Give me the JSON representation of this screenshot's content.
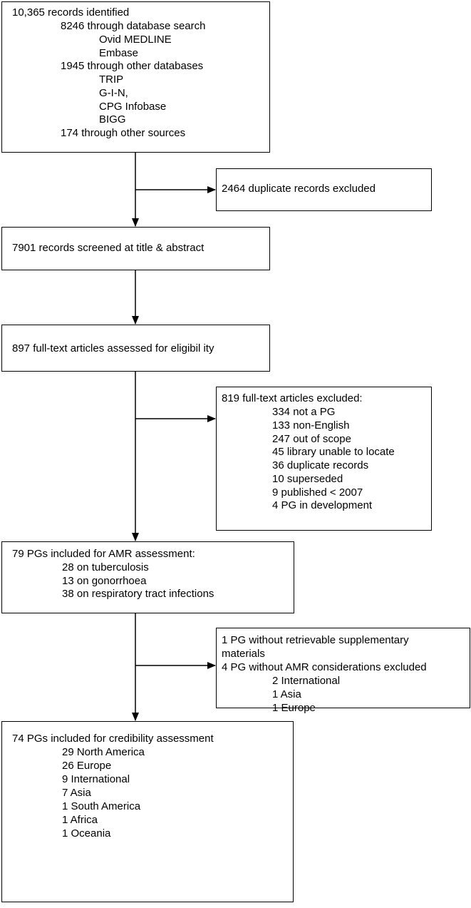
{
  "boxes": {
    "identified": {
      "title": "10,365 records identified",
      "db_search": "8246 through database search",
      "db_medline": "Ovid MEDLINE",
      "db_embase": "Embase",
      "other_dbs": "1945 through other databases",
      "other_trip": "TRIP",
      "other_gin": "G-I-N,",
      "other_cpg": "CPG Infobase",
      "other_bigg": "BIGG",
      "other_sources": "174 through other sources"
    },
    "duplicates": {
      "title": "2464 duplicate records excluded"
    },
    "screened": {
      "title": "7901 records screened at title & abstract"
    },
    "fulltext": {
      "title": "897 full-text articles assessed for eligibil ity"
    },
    "excluded": {
      "title": "819 full-text articles excluded:",
      "items": [
        "334 not a PG",
        "133 non-English",
        "247 out of scope",
        "45 library unable to locate",
        "36 duplicate records",
        "10 superseded",
        "9 published < 2007",
        "4 PG in development"
      ]
    },
    "amr": {
      "title": "79 PGs included for AMR assessment:",
      "items": [
        "28 on tuberculosis",
        "13 on gonorrhoea",
        "38 on respiratory tract infections"
      ]
    },
    "amr_excluded": {
      "line1": "1 PG without retrievable supplementary",
      "line2": "materials",
      "line3": "4 PG without AMR considerations excluded",
      "items": [
        "2 International",
        "1 Asia",
        "1 Europe"
      ]
    },
    "credibility": {
      "title": "74 PGs included for credibility assessment",
      "items": [
        "29 North America",
        "26 Europe",
        "9  International",
        "7 Asia",
        "1 South America",
        "1 Africa",
        "1 Oceania"
      ]
    }
  }
}
